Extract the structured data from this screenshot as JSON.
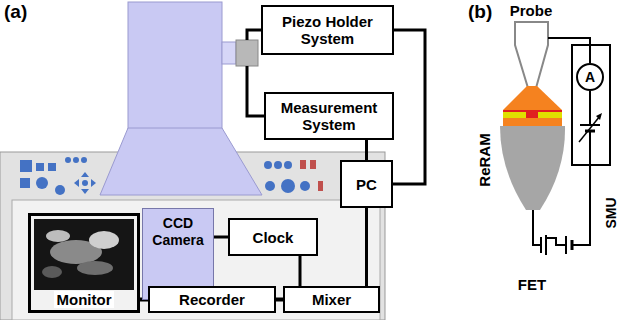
{
  "diagram": {
    "nodes": [
      {
        "text": [
          "Piezo Holder System"
        ]
      },
      {
        "text": [
          "Measurement System"
        ]
      },
      {
        "text": [
          "PC"
        ]
      },
      {
        "text": [
          "CCD Camera"
        ]
      },
      {
        "text": [
          "Clock"
        ]
      },
      {
        "text": [
          "Monitor"
        ]
      },
      {
        "text": [
          "Recorder"
        ]
      },
      {
        "text": [
          "Mixer"
        ]
      },
      {
        "text": [
          "A"
        ]
      }
    ],
    "edges": [
      {
        "from": 0,
        "to": 2,
        "arrow": "none"
      },
      {
        "from": 1,
        "to": 2,
        "arrow": "none"
      },
      {
        "from": 2,
        "to": 7,
        "arrow": "none"
      },
      {
        "from": 4,
        "to": 7,
        "arrow": "none"
      },
      {
        "from": 3,
        "to": 4,
        "arrow": "none"
      },
      {
        "from": 5,
        "to": 6,
        "arrow": "none"
      },
      {
        "from": 6,
        "to": 7,
        "arrow": "none"
      }
    ],
    "labels": [
      "(a)",
      "(b)",
      "Probe",
      "ReRAM",
      "SMU",
      "FET"
    ]
  }
}
